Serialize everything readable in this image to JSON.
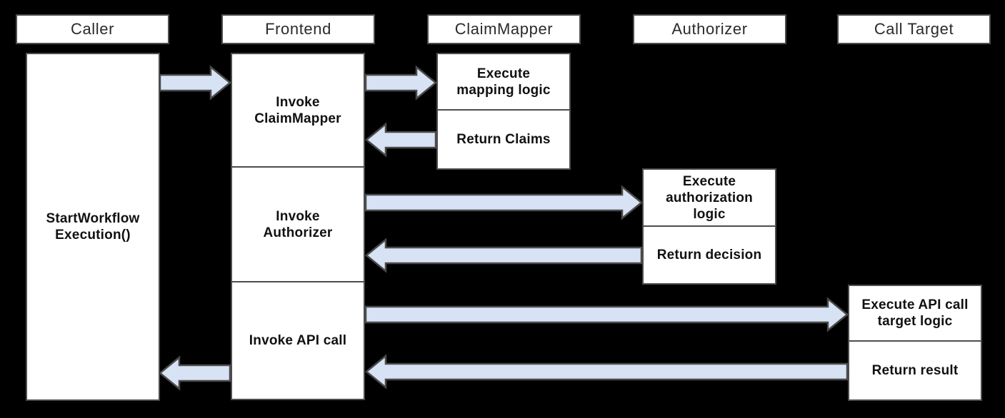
{
  "diagram": {
    "lanes": {
      "caller": {
        "title": "Caller"
      },
      "frontend": {
        "title": "Frontend"
      },
      "claimmapper": {
        "title": "ClaimMapper"
      },
      "authorizer": {
        "title": "Authorizer"
      },
      "call_target": {
        "title": "Call Target"
      }
    },
    "steps": {
      "start_workflow": [
        "StartWorkflow",
        "Execution()"
      ],
      "invoke_claimmapper": [
        "Invoke",
        "ClaimMapper"
      ],
      "invoke_authorizer": [
        "Invoke",
        "Authorizer"
      ],
      "invoke_api_call": [
        "Invoke API call"
      ],
      "execute_mapping_logic": [
        "Execute",
        "mapping logic"
      ],
      "return_claims": [
        "Return Claims"
      ],
      "execute_authorization_logic": [
        "Execute",
        "authorization",
        "logic"
      ],
      "return_decision": [
        "Return decision"
      ],
      "execute_api_call_target_logic": [
        "Execute API call",
        "target logic"
      ],
      "return_result": [
        "Return result"
      ]
    },
    "flows": [
      {
        "from": "Caller",
        "to": "Frontend"
      },
      {
        "from": "Frontend",
        "to": "ClaimMapper"
      },
      {
        "from": "ClaimMapper",
        "to": "Frontend"
      },
      {
        "from": "Frontend",
        "to": "Authorizer"
      },
      {
        "from": "Authorizer",
        "to": "Frontend"
      },
      {
        "from": "Frontend",
        "to": "Call Target"
      },
      {
        "from": "Call Target",
        "to": "Frontend"
      },
      {
        "from": "Frontend",
        "to": "Caller"
      }
    ],
    "colors": {
      "background": "#000000",
      "box_fill": "#ffffff",
      "box_border": "#4d4d4d",
      "arrow_fill": "#d7e3f4",
      "arrow_border": "#4a4a4a",
      "header_text": "#2b2b2b",
      "step_text": "#111111"
    }
  }
}
